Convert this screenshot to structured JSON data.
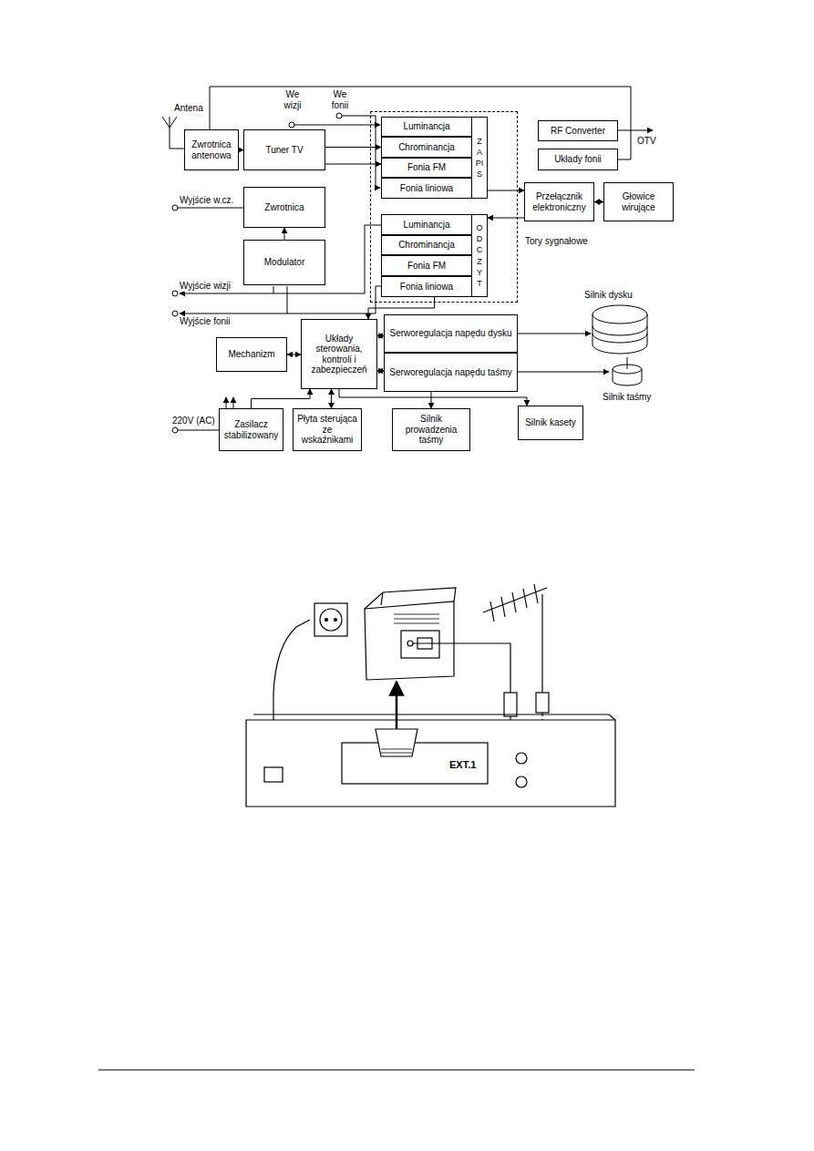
{
  "diagram": {
    "nodes": [
      {
        "text": [
          "Zwrotnica antenowa"
        ]
      },
      {
        "text": [
          "Tuner TV"
        ]
      },
      {
        "text": [
          "Tory sygnałowe"
        ]
      },
      {
        "text": [
          "ZAPIS"
        ],
        "in": 2
      },
      {
        "text": [
          "Luminancja"
        ],
        "in": 3
      },
      {
        "text": [
          "Chrominancja"
        ],
        "in": 3
      },
      {
        "text": [
          "Fonia FM"
        ],
        "in": 3
      },
      {
        "text": [
          "Fonia liniowa"
        ],
        "in": 3
      },
      {
        "text": [
          "ODCZYT"
        ],
        "in": 2
      },
      {
        "text": [
          "Luminancja"
        ],
        "in": 8
      },
      {
        "text": [
          "Chrominancja"
        ],
        "in": 8
      },
      {
        "text": [
          "Fonia FM"
        ],
        "in": 8
      },
      {
        "text": [
          "Fonia liniowa"
        ],
        "in": 8
      },
      {
        "text": [
          "RF Converter"
        ]
      },
      {
        "text": [
          "Układy fonii"
        ]
      },
      {
        "text": [
          "Przełącznik elektroniczny"
        ]
      },
      {
        "text": [
          "Głowice wirujące"
        ]
      },
      {
        "text": [
          "Zwrotnica"
        ]
      },
      {
        "text": [
          "Modulator"
        ]
      },
      {
        "text": [
          "Mechanizm"
        ]
      },
      {
        "text": [
          "Układy sterowania, kontroli i zabezpieczeń"
        ]
      },
      {
        "text": [
          "Serworegulacja napędu dysku"
        ]
      },
      {
        "text": [
          "Serworegulacja napędu taśmy"
        ]
      },
      {
        "text": [
          "Zasilacz stabilizowany"
        ]
      },
      {
        "text": [
          "Płyta sterująca ze wskaźnikami"
        ]
      },
      {
        "text": [
          "Silnik prowadzenia taśmy"
        ]
      },
      {
        "text": [
          "Silnik kasety"
        ]
      }
    ],
    "edges": [
      {
        "from": 0,
        "to": 1,
        "arrow": "to"
      },
      {
        "from": 1,
        "to": 5,
        "arrow": "to"
      },
      {
        "from": 1,
        "to": 6,
        "arrow": "to"
      },
      {
        "from": 18,
        "to": 17,
        "arrow": "to"
      },
      {
        "from": 3,
        "to": 15,
        "arrow": "to"
      },
      {
        "from": 15,
        "to": 16,
        "arrow": "both"
      },
      {
        "from": 15,
        "to": 8,
        "arrow": "to"
      },
      {
        "from": 20,
        "to": 19,
        "arrow": "both"
      },
      {
        "from": 20,
        "to": 21,
        "arrow": "both"
      },
      {
        "from": 20,
        "to": 22,
        "arrow": "both"
      },
      {
        "from": 23,
        "to": 20,
        "arrow": "to"
      },
      {
        "from": 24,
        "to": 20,
        "arrow": "both"
      },
      {
        "from": 22,
        "to": 25,
        "arrow": "to"
      },
      {
        "from": 20,
        "to": 26,
        "arrow": "to"
      },
      {
        "from": 8,
        "to": 20,
        "arrow": "to"
      }
    ],
    "labels": [
      "Antena",
      "We wizji",
      "We fonii",
      "Wyjście w.cz.",
      "Wyjście wizji",
      "Wyjście fonii",
      "220V (AC)",
      "OTV",
      "Silnik dysku",
      "Silnik taśmy",
      "EXT.1"
    ]
  }
}
